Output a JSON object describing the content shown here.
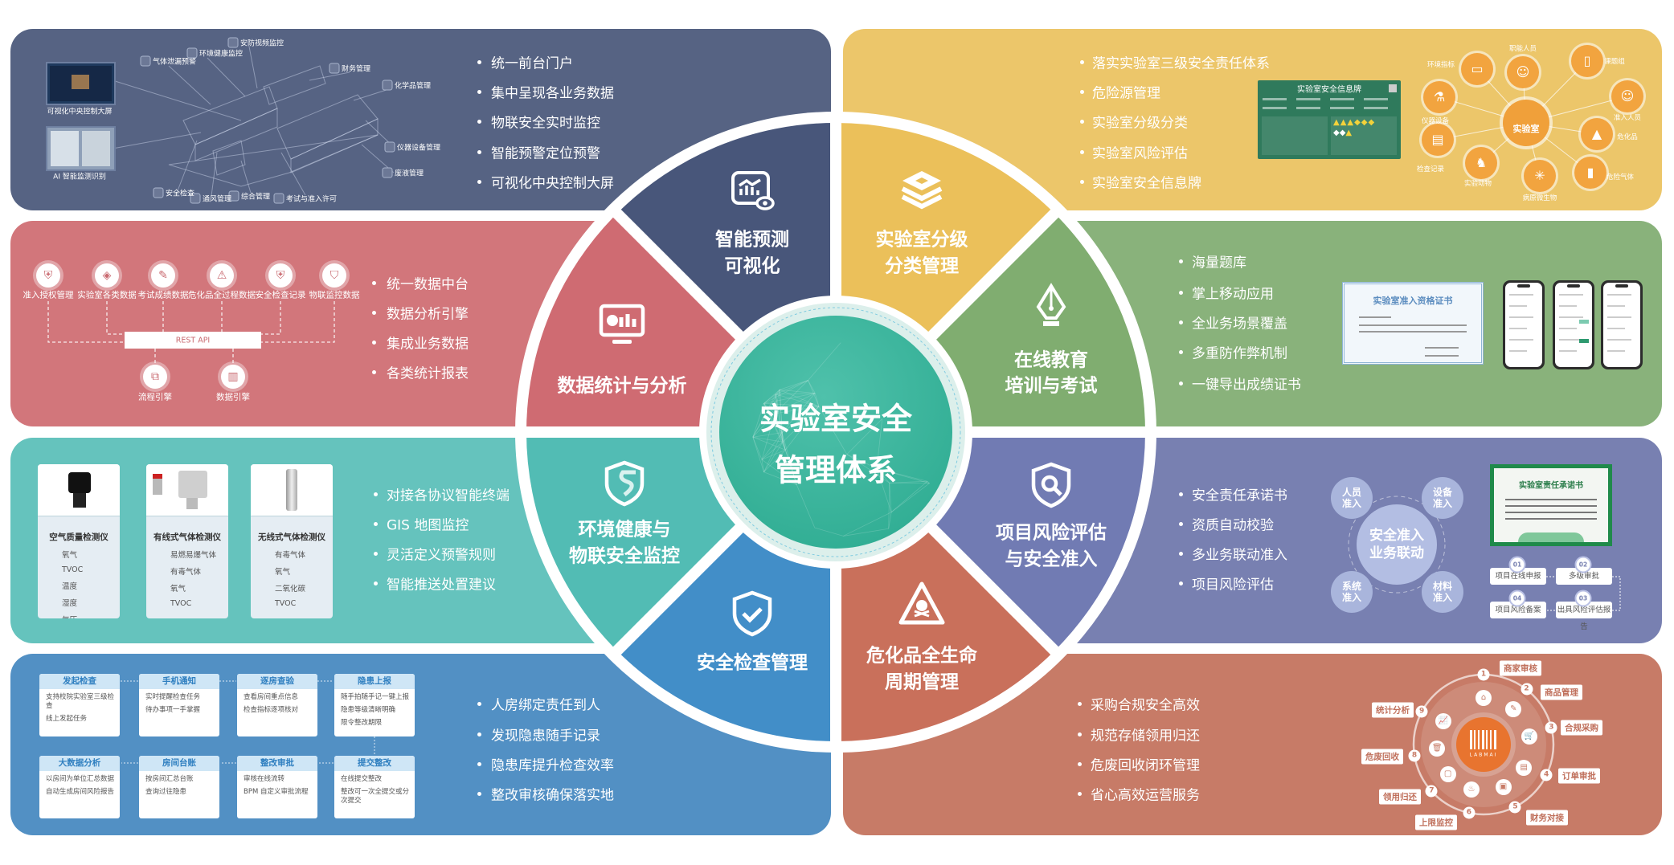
{
  "center_title": {
    "line1": "实验室安全",
    "line2": "管理体系"
  },
  "modules": [
    {
      "key": "visualization",
      "lines": [
        "智能预测",
        "可视化"
      ],
      "icon": "chart-eye-icon"
    },
    {
      "key": "classification",
      "lines": [
        "实验室分级",
        "分类管理"
      ],
      "icon": "layers-icon"
    },
    {
      "key": "education",
      "lines": [
        "在线教育",
        "培训与考试"
      ],
      "icon": "pen-nib-icon"
    },
    {
      "key": "risk",
      "lines": [
        "项目风险评估",
        "与安全准入"
      ],
      "icon": "shield-search-icon"
    },
    {
      "key": "chemicals",
      "lines": [
        "危化品全生命",
        "周期管理"
      ],
      "icon": "hazard-skull-icon"
    },
    {
      "key": "inspection",
      "lines": [
        "安全检查管理"
      ],
      "icon": "shield-check-icon"
    },
    {
      "key": "monitoring",
      "lines": [
        "环境健康与",
        "物联安全监控"
      ],
      "icon": "shield-s-icon"
    },
    {
      "key": "data",
      "lines": [
        "数据统计与分析"
      ],
      "icon": "monitor-chart-icon"
    }
  ],
  "panels": {
    "visualization": {
      "bullets": [
        "统一前台门户",
        "集中呈现各业务数据",
        "物联安全实时监控",
        "智能预警定位预警",
        "可视化中央控制大屏"
      ],
      "diagram_labels": [
        "气体泄漏预警",
        "环境健康监控",
        "安防视频监控",
        "财务管理",
        "化学品管理",
        "仪器设备管理",
        "废液管理",
        "考试与准入许可",
        "综合管理",
        "通风管理",
        "安全检查"
      ],
      "screens": [
        "可视化中央控制大屏",
        "AI 智能监测识别"
      ]
    },
    "classification": {
      "bullets": [
        "落实实验室三级安全责任体系",
        "危险源管理",
        "实验室分级分类",
        "实验室风险评估",
        "实验室安全信息牌"
      ],
      "info_board_title": "实验室安全信息牌",
      "radial_center": "实验室",
      "radial_nodes": [
        "环境指标",
        "职能人员",
        "课题组",
        "准入人员",
        "危化品",
        "危险气体",
        "病原微生物",
        "实验动物",
        "检查记录",
        "仪器设备"
      ]
    },
    "data": {
      "bullets": [
        "统一数据中台",
        "数据分析引擎",
        "集成业务数据",
        "各类统计报表"
      ],
      "sources": [
        "准入授权管理",
        "实验室各类数据",
        "考试成绩数据",
        "危化品全过程数据",
        "安全检查记录",
        "物联监控数据"
      ],
      "api": "REST API",
      "engines": [
        "流程引擎",
        "数据引擎"
      ]
    },
    "education": {
      "bullets": [
        "海量题库",
        "掌上移动应用",
        "全业务场景覆盖",
        "多重防作弊机制",
        "一键导出成绩证书"
      ],
      "certificate_title": "实验室准入资格证书"
    },
    "monitoring": {
      "bullets": [
        "对接各协议智能终端",
        "GIS 地图监控",
        "灵活定义预警规则",
        "智能推送处置建议"
      ],
      "devices": [
        {
          "name": "空气质量检测仪",
          "items": [
            "氧气",
            "TVOC",
            "温度",
            "湿度",
            "气压"
          ]
        },
        {
          "name": "有线式气体检测仪",
          "items": [
            "易燃易爆气体",
            "有毒气体",
            "氧气",
            "TVOC"
          ]
        },
        {
          "name": "无线式气体检测仪",
          "items": [
            "有毒气体",
            "氧气",
            "二氧化碳",
            "TVOC"
          ]
        }
      ]
    },
    "risk": {
      "bullets": [
        "安全责任承诺书",
        "资质自动校验",
        "多业务联动准入",
        "项目风险评估"
      ],
      "hub": [
        "安全准入",
        "业务联动"
      ],
      "satellites": [
        [
          "人员",
          "准入"
        ],
        [
          "设备",
          "准入"
        ],
        [
          "系统",
          "准入"
        ],
        [
          "材料",
          "准入"
        ]
      ],
      "certificate_title": "实验室责任承诺书",
      "steps": [
        {
          "num": "01",
          "label": "项目在线申报"
        },
        {
          "num": "02",
          "label": "多级审批"
        },
        {
          "num": "03",
          "label": "出具风险评估报告"
        },
        {
          "num": "04",
          "label": "项目风险备案"
        }
      ]
    },
    "inspection": {
      "bullets": [
        "人房绑定责任到人",
        "发现隐患随手记录",
        "隐患库提升检查效率",
        "整改审核确保落实地"
      ],
      "steps": [
        {
          "title": "发起检查",
          "items": [
            "支持校院实验室三级检查",
            "线上发起任务"
          ]
        },
        {
          "title": "手机通知",
          "items": [
            "实时提醒检查任务",
            "待办事项一手掌握"
          ]
        },
        {
          "title": "逐房查验",
          "items": [
            "查看房间重点信息",
            "检查指标逐项核对"
          ]
        },
        {
          "title": "隐患上报",
          "items": [
            "随手拍随手记一键上报",
            "隐患等级清晰明确",
            "限令整改期限"
          ]
        },
        {
          "title": "提交整改",
          "items": [
            "在线提交整改",
            "整改可一次全提交或分次提交"
          ]
        },
        {
          "title": "整改审批",
          "items": [
            "审核在线流转",
            "BPM 自定义审批流程"
          ]
        },
        {
          "title": "房间台账",
          "items": [
            "按房间汇总台账",
            "查询过往隐患"
          ]
        },
        {
          "title": "大数据分析",
          "items": [
            "以房间为单位汇总数据",
            "自动生成房间风险报告"
          ]
        }
      ]
    },
    "chemicals": {
      "bullets": [
        "采购合规安全高效",
        "规范存储领用归还",
        "危废回收闭环管理",
        "省心高效运营服务"
      ],
      "logo": "LABMAI",
      "cycle": [
        {
          "num": "1",
          "label": "商家审核"
        },
        {
          "num": "2",
          "label": "商品管理"
        },
        {
          "num": "3",
          "label": "合规采购"
        },
        {
          "num": "4",
          "label": "订单审批"
        },
        {
          "num": "5",
          "label": "财务对接"
        },
        {
          "num": "6",
          "label": "上限监控"
        },
        {
          "num": "7",
          "label": "领用归还"
        },
        {
          "num": "8",
          "label": "危废回收"
        },
        {
          "num": "9",
          "label": "统计分析"
        }
      ]
    }
  },
  "colors": {
    "visualization": {
      "panel": "#566383",
      "wedge": "#48567a"
    },
    "classification": {
      "panel": "#ecc66a",
      "wedge": "#ebc05a"
    },
    "education": {
      "panel": "#89b27b",
      "wedge": "#80ad70"
    },
    "risk": {
      "panel": "#7880b1",
      "wedge": "#717bb3"
    },
    "chemicals": {
      "panel": "#c77b67",
      "wedge": "#c9705b"
    },
    "inspection": {
      "panel": "#5290c4",
      "wedge": "#428ec8"
    },
    "monitoring": {
      "panel": "#65c3bd",
      "wedge": "#52bcb4"
    },
    "data": {
      "panel": "#d2767b",
      "wedge": "#cf6b72"
    },
    "center": "#30ad93"
  }
}
